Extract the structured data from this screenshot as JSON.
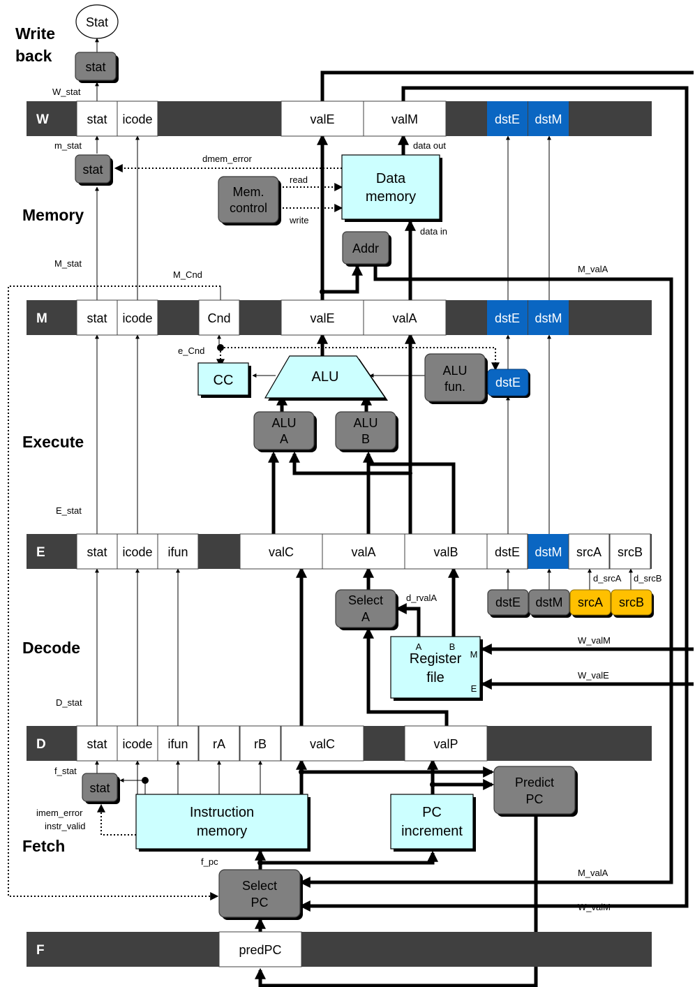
{
  "output": "Stat",
  "stages": {
    "writeback_line1": "Write",
    "writeback_line2": "back",
    "memory": "Memory",
    "execute": "Execute",
    "decode": "Decode",
    "fetch": "Fetch"
  },
  "registers": {
    "W": {
      "label": "W",
      "fields": [
        "stat",
        "icode",
        "valE",
        "valM",
        "dstE",
        "dstM"
      ]
    },
    "M": {
      "label": "M",
      "fields": [
        "stat",
        "icode",
        "Cnd",
        "valE",
        "valA",
        "dstE",
        "dstM"
      ]
    },
    "E": {
      "label": "E",
      "fields": [
        "stat",
        "icode",
        "ifun",
        "valC",
        "valA",
        "valB",
        "dstE",
        "dstM",
        "srcA",
        "srcB"
      ]
    },
    "D": {
      "label": "D",
      "fields": [
        "stat",
        "icode",
        "ifun",
        "rA",
        "rB",
        "valC",
        "valP"
      ]
    },
    "F": {
      "label": "F",
      "fields": [
        "predPC"
      ]
    }
  },
  "blocks": {
    "stat": "stat",
    "data_memory_l1": "Data",
    "data_memory_l2": "memory",
    "mem_control_l1": "Mem.",
    "mem_control_l2": "control",
    "addr": "Addr",
    "cc": "CC",
    "alu": "ALU",
    "alu_fun_l1": "ALU",
    "alu_fun_l2": "fun.",
    "dstE": "dstE",
    "alu_a_l1": "ALU",
    "alu_a_l2": "A",
    "alu_b_l1": "ALU",
    "alu_b_l2": "B",
    "select_a_l1": "Select",
    "select_a_l2": "A",
    "register_file_l1": "Register",
    "register_file_l2": "file",
    "rf_port_a": "A",
    "rf_port_b": "B",
    "rf_port_m": "M",
    "rf_port_e": "E",
    "decode_dstE": "dstE",
    "decode_dstM": "dstM",
    "decode_srcA": "srcA",
    "decode_srcB": "srcB",
    "instruction_memory_l1": "Instruction",
    "instruction_memory_l2": "memory",
    "pc_increment_l1": "PC",
    "pc_increment_l2": "increment",
    "predict_pc_l1": "Predict",
    "predict_pc_l2": "PC",
    "select_pc_l1": "Select",
    "select_pc_l2": "PC"
  },
  "signals": {
    "W_stat": "W_stat",
    "m_stat": "m_stat",
    "dmem_error": "dmem_error",
    "read": "read",
    "write": "write",
    "data_out": "data out",
    "data_in": "data in",
    "M_stat": "M_stat",
    "M_Cnd": "M_Cnd",
    "M_valA": "M_valA",
    "e_Cnd": "e_Cnd",
    "E_stat": "E_stat",
    "d_srcA": "d_srcA",
    "d_srcB": "d_srcB",
    "d_rvalA": "d_rvalA",
    "W_valM": "W_valM",
    "W_valE": "W_valE",
    "D_stat": "D_stat",
    "f_stat": "f_stat",
    "imem_error": "imem_error",
    "instr_valid": "instr_valid",
    "f_pc": "f_pc",
    "M_valA_fetch": "M_valA",
    "W_valM_fetch": "W_valM"
  },
  "colors": {
    "register_bar": "#404040",
    "logic_block": "#808080",
    "memory_block": "#ccffff",
    "dst_register": "#0a66c2",
    "src_register": "#ffc000"
  }
}
